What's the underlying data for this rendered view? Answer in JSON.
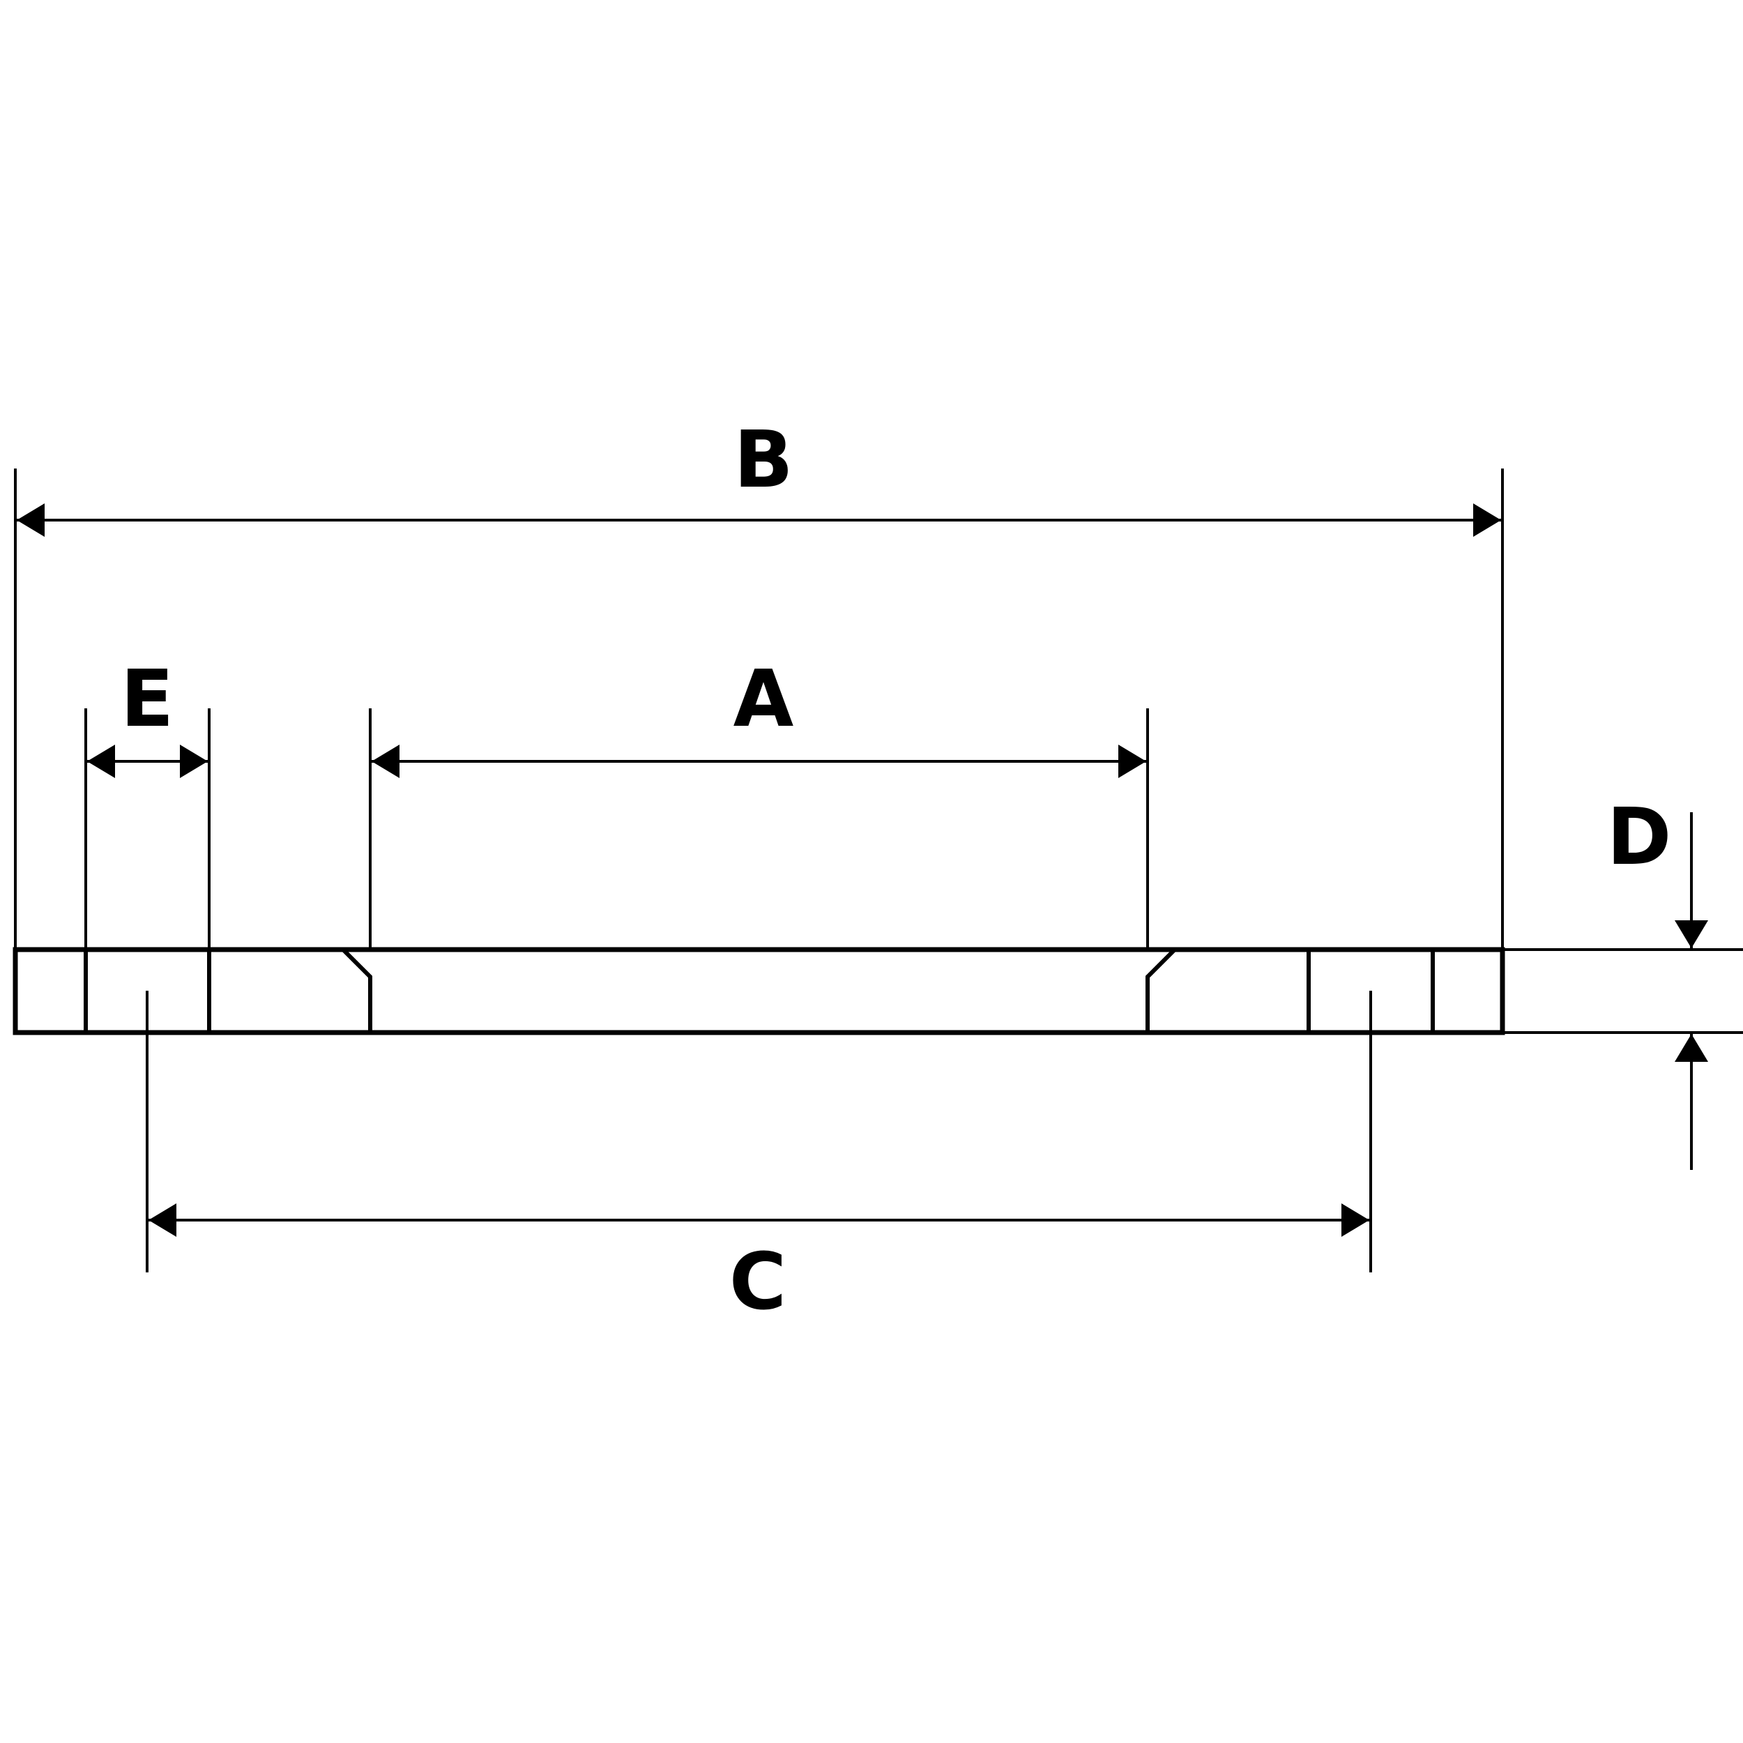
{
  "colors": {
    "background": "#ffffff",
    "ink": "#000000"
  },
  "labels": {
    "a": "A",
    "b": "B",
    "c": "C",
    "d": "D",
    "e": "E"
  }
}
